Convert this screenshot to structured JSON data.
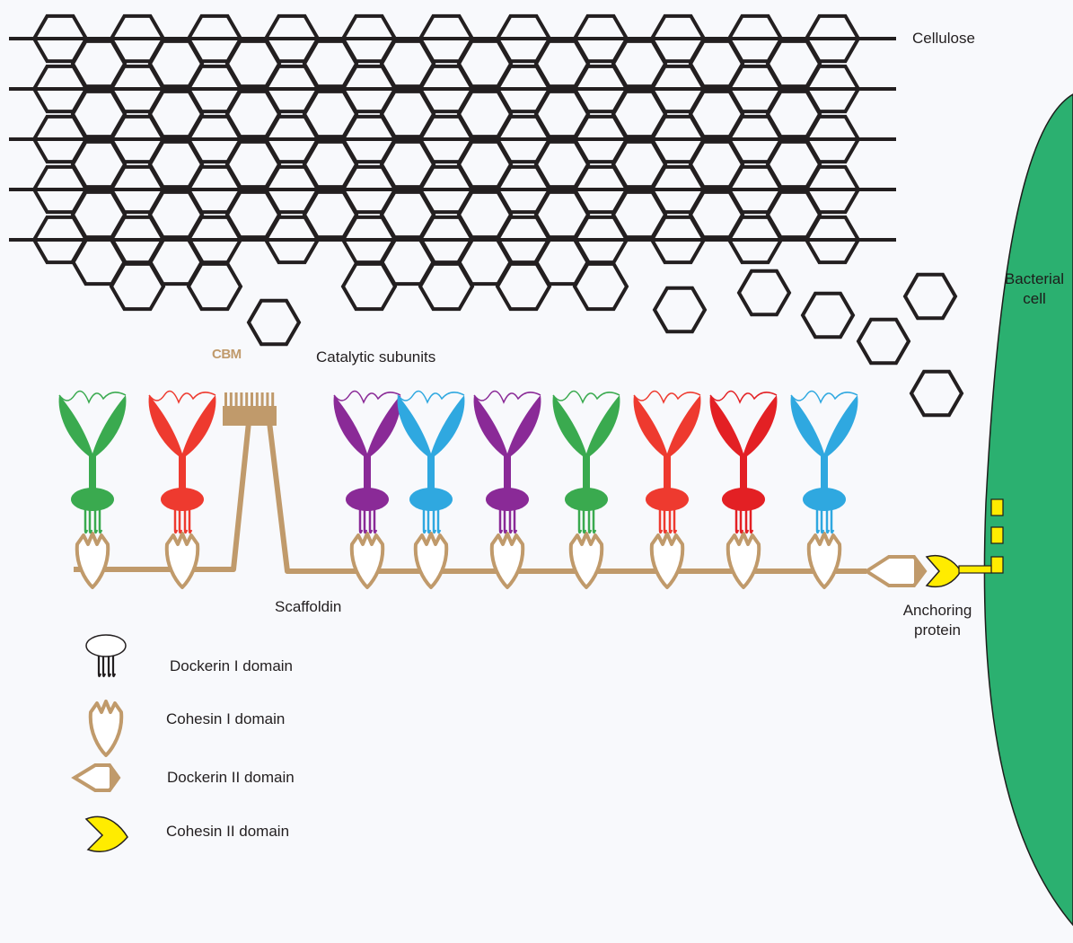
{
  "labels": {
    "cellulose": "Cellulose",
    "cbm": "CBM",
    "catalytic_subunits": "Catalytic subunits",
    "scaffoldin": "Scaffoldin",
    "anchoring_line1": "Anchoring",
    "anchoring_line2": "protein",
    "bacterial_line1": "Bacterial",
    "bacterial_line2": "cell"
  },
  "legend": [
    {
      "name": "dockerin-i",
      "label": "Dockerin I domain"
    },
    {
      "name": "cohesin-i",
      "label": "Cohesin I domain"
    },
    {
      "name": "dockerin-ii",
      "label": "Dockerin II domain"
    },
    {
      "name": "cohesin-ii",
      "label": "Cohesin II domain"
    }
  ],
  "colors": {
    "background": "#f8f9fc",
    "cellulose": "#231f20",
    "scaffoldin": "#c09a6b",
    "bacterial_cell": "#2bb070",
    "anchor": "#ffec00",
    "green": "#3aaa4f",
    "red": "#ee3a2f",
    "purple": "#8a2a97",
    "blue": "#2fa8e0",
    "darkred": "#e32024"
  },
  "catalytic_subunit_colors": [
    "green",
    "red",
    "purple",
    "blue",
    "purple",
    "green",
    "red",
    "darkred",
    "blue"
  ]
}
